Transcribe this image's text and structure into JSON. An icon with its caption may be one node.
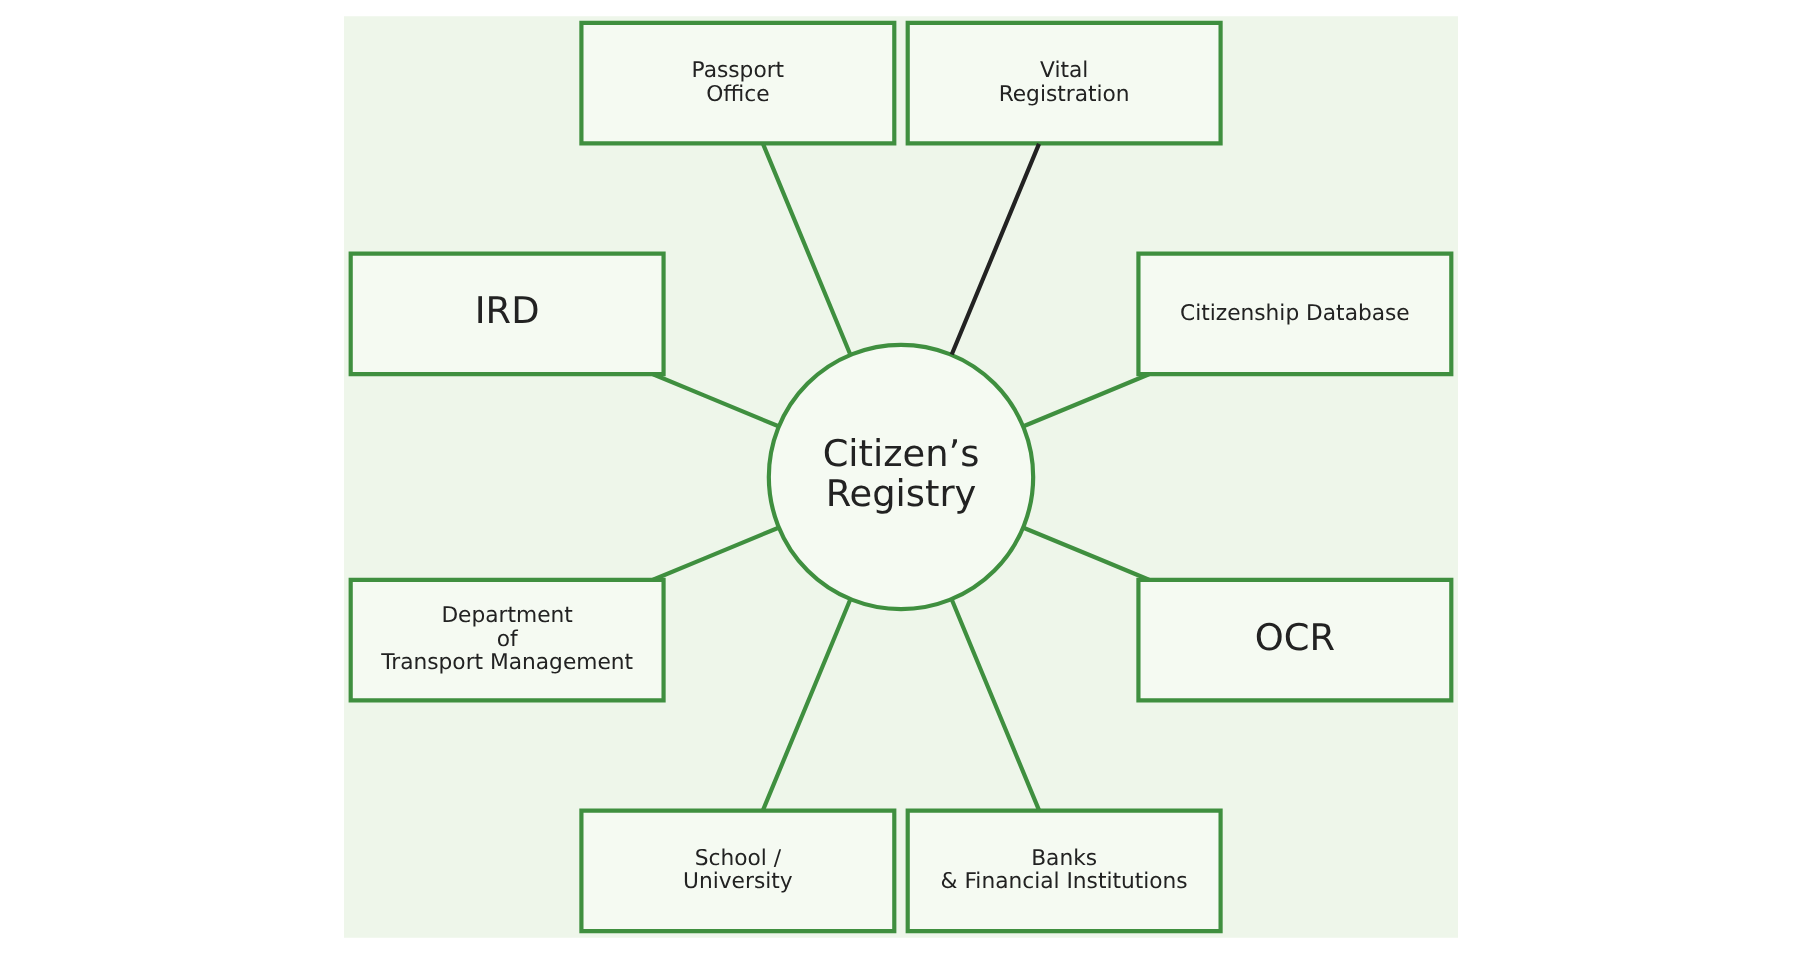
{
  "diagram": {
    "nodes": [
      {
        "text": [
          "Citizenship Database"
        ]
      },
      {
        "text": [
          "Vital Registration"
        ]
      },
      {
        "text": [
          "Passport Office"
        ]
      },
      {
        "text": [
          "IRD"
        ]
      },
      {
        "text": [
          "Citizen’s Registry"
        ]
      },
      {
        "text": [
          "Department of Transport Management"
        ]
      },
      {
        "text": [
          "School / University"
        ]
      },
      {
        "text": [
          "Banks & Financial Institutions"
        ]
      },
      {
        "text": [
          "OCR"
        ]
      }
    ],
    "edges": [
      {
        "from": 4,
        "to": 0,
        "arrow": "none"
      },
      {
        "from": 4,
        "to": 2,
        "arrow": "none"
      },
      {
        "from": 4,
        "to": 5,
        "arrow": "none"
      },
      {
        "from": 4,
        "to": 7,
        "arrow": "none"
      },
      {
        "from": 4,
        "to": 8,
        "arrow": "none"
      },
      {
        "from": 4,
        "to": 6,
        "arrow": "none"
      },
      {
        "from": 4,
        "to": 3,
        "arrow": "none"
      },
      {
        "from": 4,
        "to": 1,
        "arrow": "none",
        "color": "#222222"
      }
    ]
  }
}
